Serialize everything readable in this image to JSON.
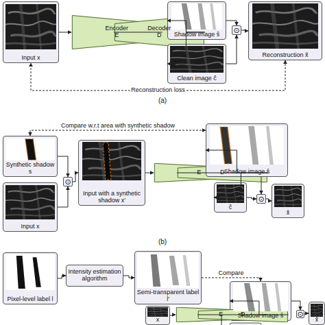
{
  "diagram": {
    "nodes": [
      {
        "text": [
          "Input x"
        ]
      },
      {
        "text": [
          "Encoder E"
        ]
      },
      {
        "text": [
          "Decoder D"
        ]
      },
      {
        "text": [
          "Shadow image ŝ"
        ]
      },
      {
        "text": [
          "Clean image ĉ"
        ]
      },
      {
        "text": [
          "⊙"
        ]
      },
      {
        "text": [
          "Reconstruction x̂"
        ]
      },
      {
        "text": [
          "Synthetic shadow s"
        ]
      },
      {
        "text": [
          "Input x"
        ]
      },
      {
        "text": [
          "⊙"
        ]
      },
      {
        "text": [
          "Input with a synthetic shadow x′"
        ]
      },
      {
        "text": [
          "E"
        ]
      },
      {
        "text": [
          "D"
        ]
      },
      {
        "text": [
          "Shadow image ŝ"
        ]
      },
      {
        "text": [
          "ĉ"
        ]
      },
      {
        "text": [
          "⊙"
        ]
      },
      {
        "text": [
          "x̂"
        ]
      },
      {
        "text": [
          "Pixel-level label l"
        ]
      },
      {
        "text": [
          "Intensity estimation algorithm"
        ]
      },
      {
        "text": [
          "Semi-transparent label l′"
        ]
      },
      {
        "text": [
          "Shadow image ŝ"
        ]
      },
      {
        "text": [
          "x"
        ]
      },
      {
        "text": [
          "E"
        ]
      },
      {
        "text": [
          "D"
        ]
      },
      {
        "text": [
          "⊙"
        ]
      },
      {
        "text": [
          "x̂"
        ]
      }
    ],
    "edges": [
      {
        "from": 0,
        "to": 1,
        "arrow": "to"
      },
      {
        "from": 1,
        "to": 2,
        "arrow": "none"
      },
      {
        "from": 2,
        "to": 3,
        "arrow": "to"
      },
      {
        "from": 2,
        "to": 4,
        "arrow": "to"
      },
      {
        "from": 3,
        "to": 5,
        "arrow": "to"
      },
      {
        "from": 4,
        "to": 5,
        "arrow": "to"
      },
      {
        "from": 5,
        "to": 6,
        "arrow": "to"
      },
      {
        "from": 6,
        "to": 0,
        "label": "Reconstruction loss",
        "arrow": "both"
      },
      {
        "from": 7,
        "to": 9,
        "arrow": "to"
      },
      {
        "from": 8,
        "to": 9,
        "arrow": "to"
      },
      {
        "from": 9,
        "to": 10,
        "arrow": "to"
      },
      {
        "from": 10,
        "to": 11,
        "arrow": "to"
      },
      {
        "from": 11,
        "to": 12,
        "arrow": "none"
      },
      {
        "from": 12,
        "to": 13,
        "arrow": "to"
      },
      {
        "from": 12,
        "to": 14,
        "arrow": "to"
      },
      {
        "from": 13,
        "to": 15,
        "arrow": "to"
      },
      {
        "from": 14,
        "to": 15,
        "arrow": "to"
      },
      {
        "from": 15,
        "to": 16,
        "arrow": "to"
      },
      {
        "from": 7,
        "to": 13,
        "label": "Compare w.r.t area with synthetic shadow",
        "arrow": "both"
      },
      {
        "from": 17,
        "to": 18,
        "arrow": "to"
      },
      {
        "from": 18,
        "to": 19,
        "arrow": "to"
      },
      {
        "from": 19,
        "to": 20,
        "label": "Compare",
        "arrow": "to"
      },
      {
        "from": 21,
        "to": 22,
        "arrow": "to"
      },
      {
        "from": 22,
        "to": 23,
        "arrow": "none"
      },
      {
        "from": 23,
        "to": 20,
        "arrow": "to"
      },
      {
        "from": 20,
        "to": 24,
        "arrow": "to"
      },
      {
        "from": 24,
        "to": 25,
        "arrow": "to"
      }
    ],
    "labels": [
      "(a)",
      "(b)"
    ]
  }
}
